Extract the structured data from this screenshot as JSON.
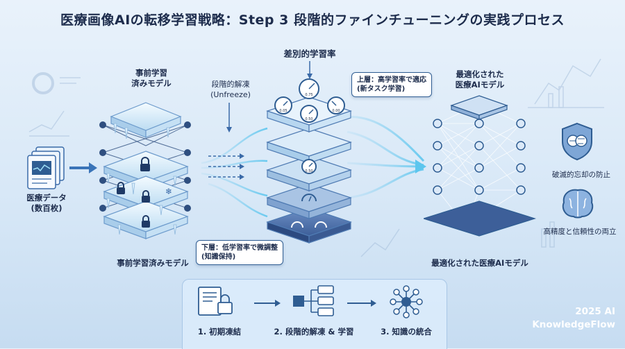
{
  "title": "医療画像AIの転移学習戦略：Step 3 段階的ファインチューニングの実践プロセス",
  "left": {
    "model_label": "事前学習\n済みモデル",
    "data_label": "医療データ\n(数百枚)",
    "bottom_label": "事前学習済みモデル"
  },
  "middle": {
    "header": "差別的学習率",
    "unfreeze_label": "段階的解凍\n(Unfreeze)",
    "upper_callout": "上層：高学習率で適応\n(新タスク学習)",
    "lower_callout": "下層：低学習率で微調整\n(知識保持)",
    "gauge_values": [
      "0.75",
      "0.05",
      "0.00",
      "0.50",
      "0.00",
      "0.50"
    ]
  },
  "right": {
    "model_label": "最適化された\n医療AIモデル",
    "bottom_label": "最適化された医療AIモデル",
    "benefit_1": "破滅的忘却の防止",
    "benefit_2": "高精度と信頼性の両立"
  },
  "steps": [
    {
      "label": "1. 初期凍結",
      "icon": "document-lock-icon"
    },
    {
      "label": "2. 段階的解凍 & 学習",
      "icon": "branch-list-icon"
    },
    {
      "label": "3. 知識の統合",
      "icon": "network-hub-icon"
    }
  ],
  "brand": {
    "line1": "2025 AI",
    "line2": "KnowledgeFlow"
  },
  "colors": {
    "accent": "#2f5d92",
    "ice": "#cfe6f7",
    "dark_layer": "#3d5f99",
    "flow": "#7fd8f0"
  }
}
